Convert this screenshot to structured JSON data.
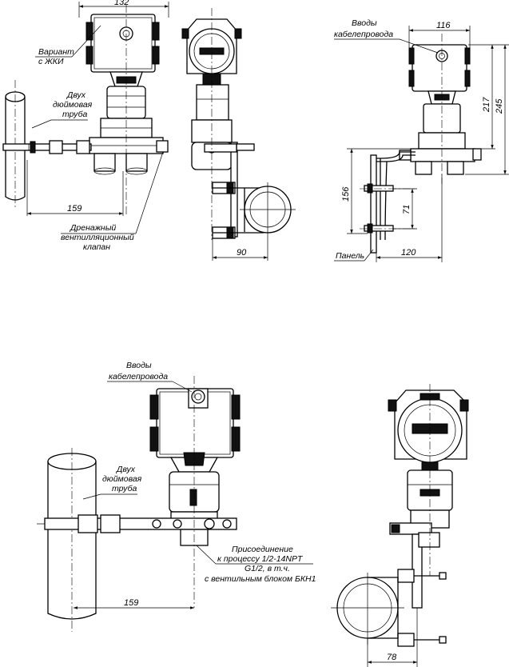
{
  "dimensions": {
    "d132": "132",
    "d159_top": "159",
    "d90": "90",
    "d116": "116",
    "d217": "217",
    "d245": "245",
    "d156": "156",
    "d71": "71",
    "d120": "120",
    "d159_bottom": "159",
    "d78": "78"
  },
  "labels": {
    "lcd_variant": [
      "Вариант",
      "с ЖКИ"
    ],
    "pipe_top": [
      "Двух",
      "дюймовая",
      "труба"
    ],
    "drain_valve": [
      "Дренажный",
      "вентилляционный",
      "клапан"
    ],
    "cable_inputs_top": [
      "Вводы",
      "кабелепровода"
    ],
    "panel": "Панель",
    "cable_inputs_bottom": [
      "Вводы",
      "кабелепровода"
    ],
    "pipe_bottom": [
      "Двух",
      "дюймовая",
      "труба"
    ],
    "process_connection": [
      "Присоединение",
      "к процессу 1/2-14NPT",
      "G1/2, в т.ч.",
      "с вентильным блоком БКН1"
    ]
  }
}
